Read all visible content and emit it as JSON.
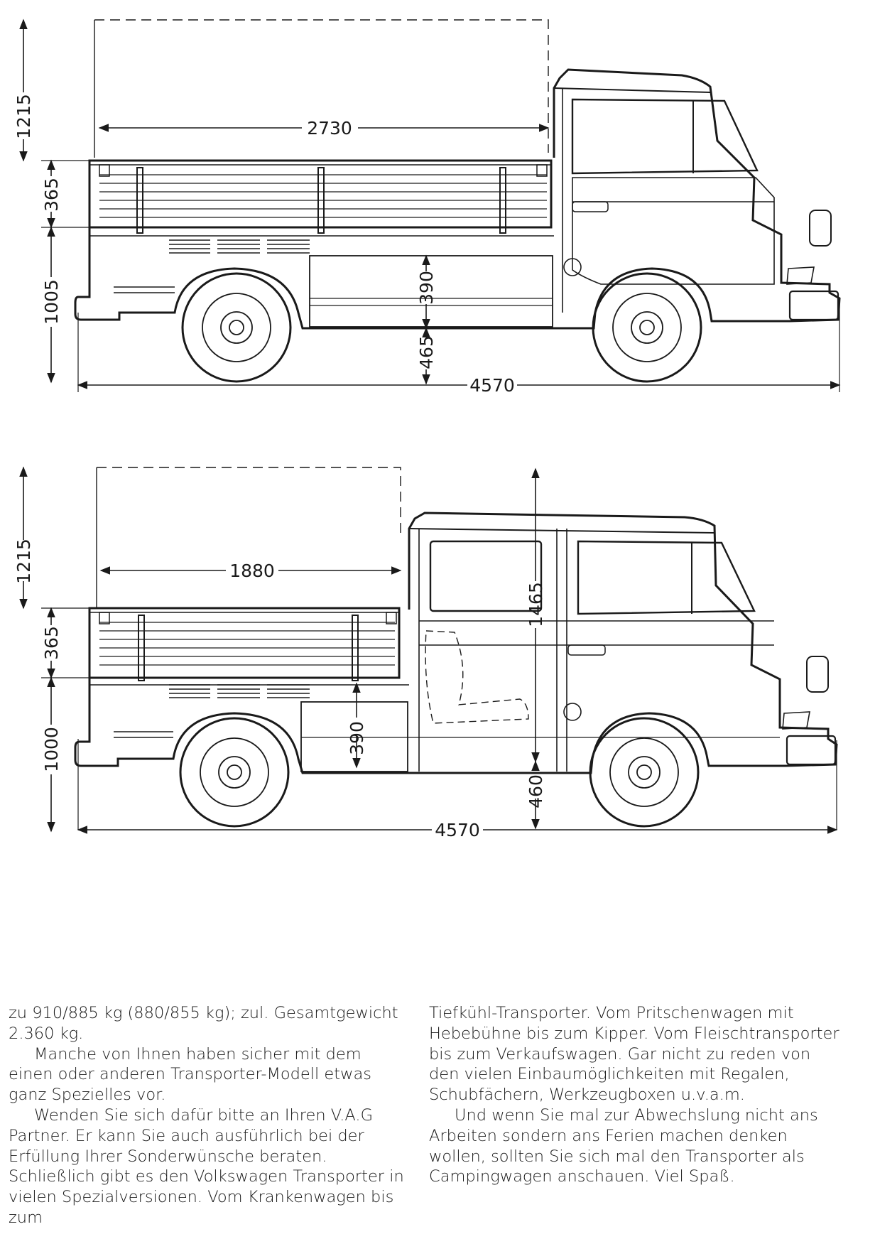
{
  "diagrams": {
    "single_cab": {
      "height_total": "1215",
      "bed_length": "2730",
      "side_height": "365",
      "ground_to_bed": "1005",
      "loading_edge": "390",
      "ground_clearance": "465",
      "overall_length": "4570"
    },
    "double_cab": {
      "height_total": "1215",
      "bed_length": "1880",
      "side_height": "365",
      "ground_to_bed": "1000",
      "loading_edge": "390",
      "cab_height": "1465",
      "ground_clearance": "460",
      "overall_length": "4570"
    }
  },
  "text": {
    "left": {
      "p1": "zu 910/885 kg (880/855 kg); zul. Gesamtgewicht 2.360 kg.",
      "p2": "Manche von Ihnen haben sicher mit dem einen oder anderen Transporter-Modell etwas ganz Spezielles vor.",
      "p3": "Wenden Sie sich dafür bitte an Ihren V.A.G Partner. Er kann Sie auch ausführlich bei der Erfüllung Ihrer Sonderwünsche beraten. Schließlich gibt es den Volkswagen Transporter in vielen Spezialversionen. Vom Krankenwagen bis zum"
    },
    "right": {
      "p1": "Tiefkühl-Transporter. Vom Pritschenwagen mit Hebebühne bis zum Kipper. Vom Fleischtransporter bis zum Verkaufswagen. Gar nicht zu reden von den vielen Einbaumöglichkeiten mit Regalen, Schubfächern, Werkzeugboxen u.v.a.m.",
      "p2": "Und wenn Sie mal zur Abwechslung nicht ans Arbeiten sondern ans Ferien machen denken wollen, sollten Sie sich mal den Transporter als Campingwagen anschauen. Viel Spaß."
    }
  }
}
